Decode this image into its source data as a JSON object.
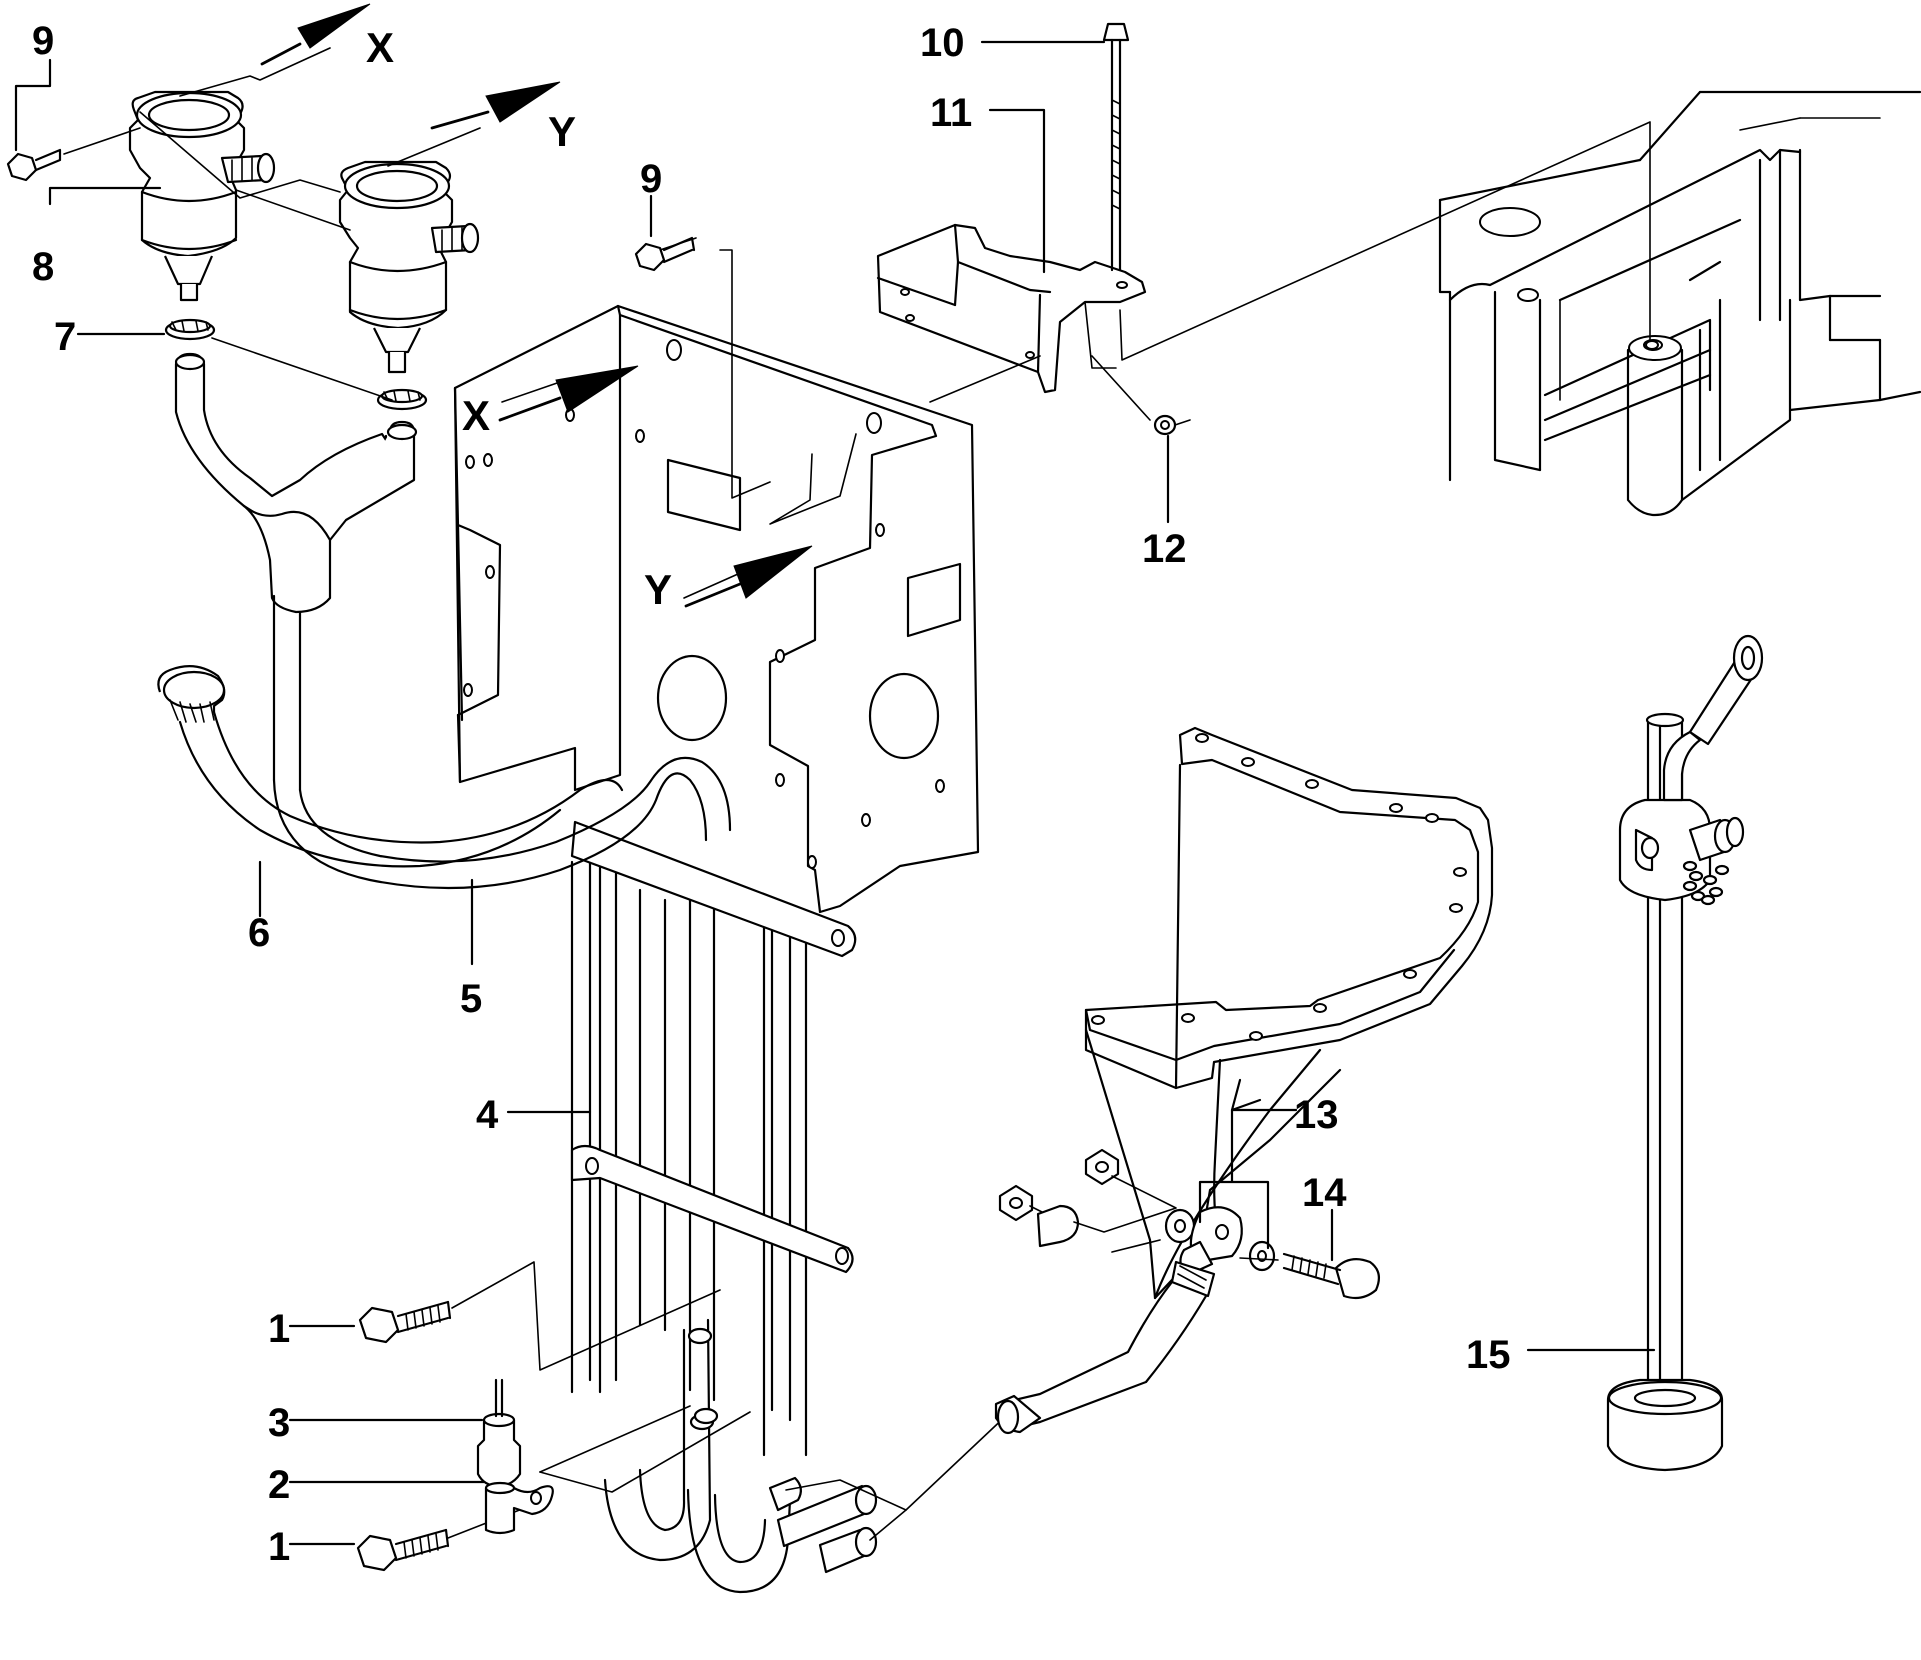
{
  "callouts": {
    "c1a": "1",
    "c1b": "1",
    "c2": "2",
    "c3": "3",
    "c4": "4",
    "c5": "5",
    "c6": "6",
    "c7": "7",
    "c8": "8",
    "c9a": "9",
    "c9b": "9",
    "c10": "10",
    "c11": "11",
    "c12": "12",
    "c13": "13",
    "c14": "14",
    "c15": "15"
  },
  "references": {
    "x_top": "X",
    "y_top": "Y",
    "x_mid": "X",
    "y_mid": "Y"
  }
}
